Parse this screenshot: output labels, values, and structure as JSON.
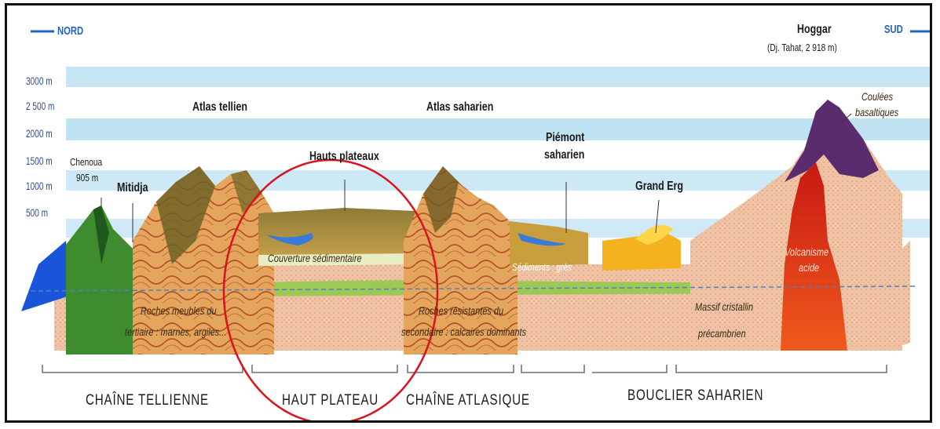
{
  "direction": {
    "north": "NORD",
    "south": "SUD"
  },
  "elevations": [
    "3000 m",
    "2 500 m",
    "2000 m",
    "1500 m",
    "1000 m",
    "500 m"
  ],
  "labels": {
    "chenoua": "Chenoua",
    "chenoua_alt": "905 m",
    "mitidja": "Mitidja",
    "atlas_tellien": "Atlas tellien",
    "hauts_plateaux": "Hauts plateaux",
    "atlas_saharien": "Atlas saharien",
    "piemont_1": "Piémont",
    "piemont_2": "saharien",
    "grand_erg": "Grand Erg",
    "hoggar": "Hoggar",
    "hoggar_alt": "(Dj. Tahat, 2 918 m)",
    "coulees_1": "Coulées",
    "coulees_2": "basaltiques",
    "couverture": "Couverture sédimentaire",
    "sediments": "Sédiments : grès",
    "volcanisme_1": "Volcanisme",
    "volcanisme_2": "acide",
    "roches_meubles_1": "Roches meubles du",
    "roches_meubles_2": "tertiaire : marnes, argiles...",
    "roches_resistantes_1": "Roches résistantes du",
    "roches_resistantes_2": "secondaire : calcaires dominants",
    "massif_1": "Massif cristallin",
    "massif_2": "précambrien"
  },
  "regions": [
    "CHAÎNE TELLIENNE",
    "HAUT PLATEAU",
    "CHAÎNE ATLASIQUE",
    "BOUCLIER SAHARIEN"
  ],
  "colors": {
    "highlight_circle": "#d8141c",
    "sky_band": "#bfe3f3",
    "direction": "#1f62c4"
  }
}
